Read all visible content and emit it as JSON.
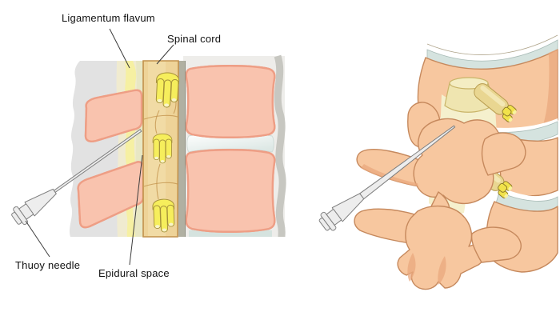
{
  "labels": {
    "ligamentum_flavum": "Ligamentum flavum",
    "spinal_cord": "Spinal cord",
    "thuoy_needle": "Thuoy needle",
    "epidural_space": "Epidural space"
  },
  "palette": {
    "background": "#ffffff",
    "soft_tissue_gray": "#e2e2e2",
    "backdrop_pale": "#eeedea",
    "curtain_gray": "#c7c7c1",
    "bone_pink": "#f9c3ae",
    "bone_pink_outline": "#ee9e85",
    "bone_speckle": "#fbd6c6",
    "disc_blue": "#d5e3df",
    "ligament_cream": "#f0ebd0",
    "ligament_yellow": "#f6f0a2",
    "epidural_tint": "#e8e7c4",
    "dura_tan": "#eed398",
    "dura_tan_outline": "#c2914b",
    "dura_edge_gray": "#b0b0a2",
    "nerve_yellow": "#f6ee5c",
    "nerve_outline": "#a5913b",
    "vertebra_peach": "#f7c79f",
    "vertebra_peach_shade": "#eaa87e",
    "vertebra_peach_outline": "#c6895d",
    "canal_pale_yellow": "#f5f0cd",
    "canal_cylinder": "#efe5b0",
    "canal_outline": "#c9b468",
    "nerve_root_tan": "#e9d691",
    "nerve_cut_yellow": "#f1e24b",
    "needle_fill": "#ededed",
    "needle_outline": "#7f7f7f",
    "label_text": "#111111",
    "leader_line": "#3c3c3c"
  }
}
